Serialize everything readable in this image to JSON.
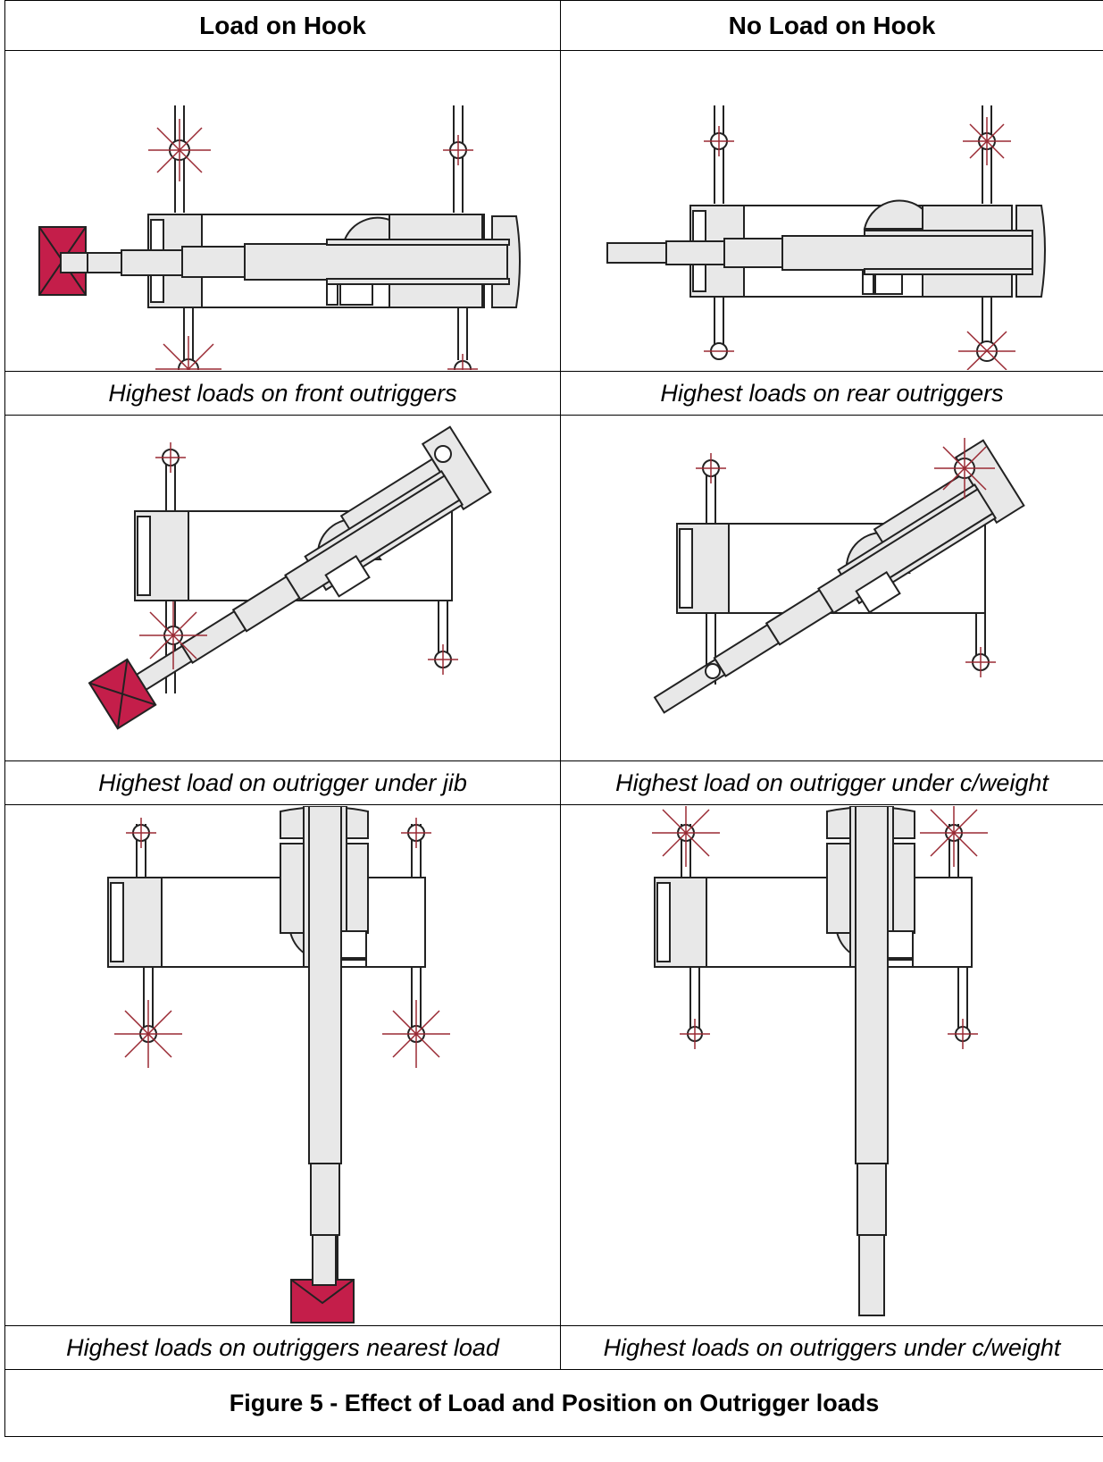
{
  "headers": {
    "left": "Load on Hook",
    "right": "No Load on Hook"
  },
  "captions": {
    "r1_left": "Highest loads on front outriggers",
    "r1_right": "Highest loads on rear outriggers",
    "r2_left": "Highest load on outrigger under jib",
    "r2_right": "Highest load on outrigger under c/weight",
    "r3_left": "Highest loads on outriggers nearest load",
    "r3_right": "Highest loads on outriggers under c/weight"
  },
  "figure_caption": "Figure 5 - Effect of Load and Position on Outrigger loads",
  "colors": {
    "load_block": "#c41e4a",
    "arrow": "#9a2a34",
    "component_fill": "#e8e8e8",
    "outline": "#222222"
  }
}
